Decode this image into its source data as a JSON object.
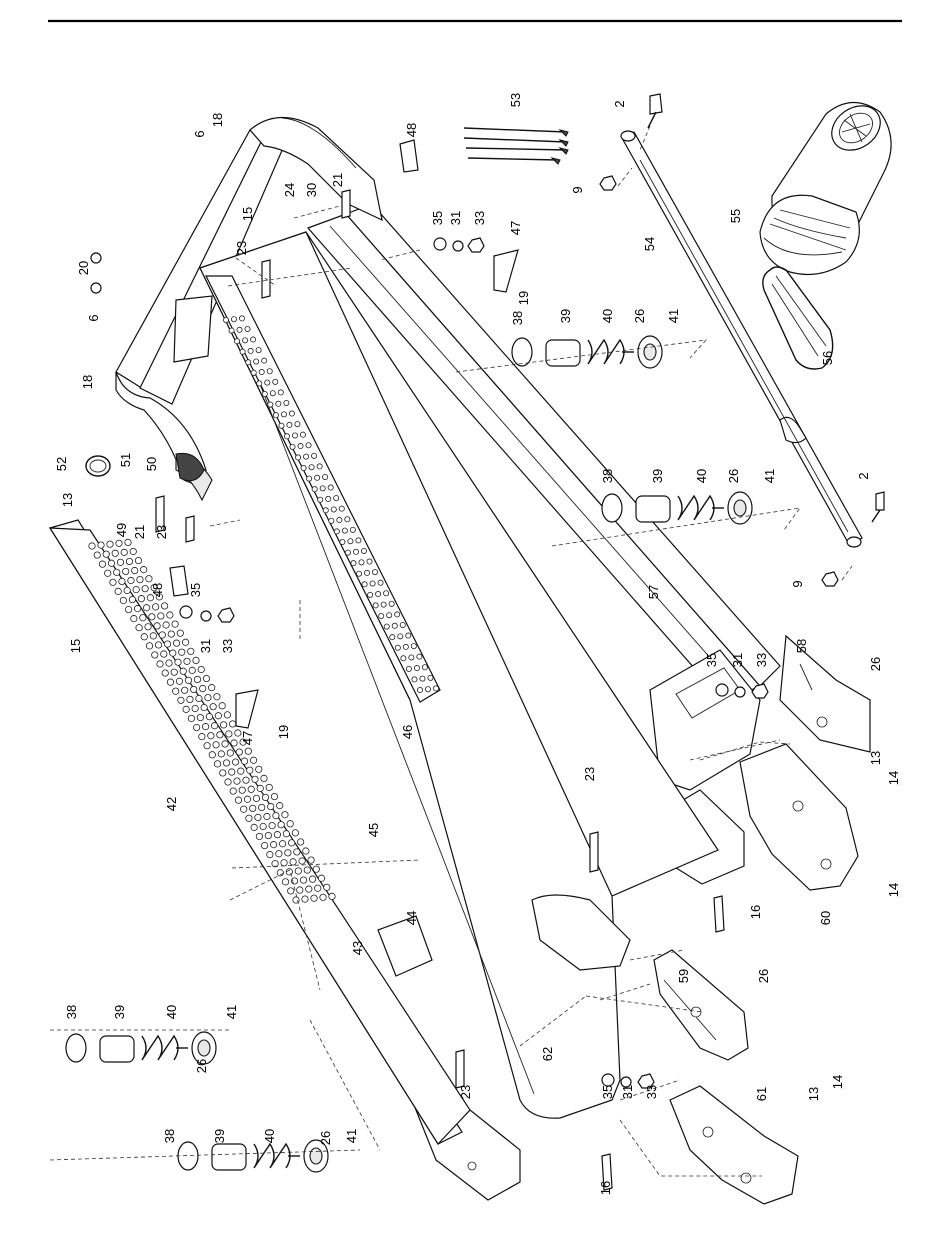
{
  "diagram": {
    "type": "exploded-parts-view",
    "labels": [
      {
        "id": "53",
        "text": "53"
      },
      {
        "id": "48a",
        "text": "48"
      },
      {
        "id": "2a",
        "text": "2"
      },
      {
        "id": "6a",
        "text": "6"
      },
      {
        "id": "18a",
        "text": "18"
      },
      {
        "id": "9a",
        "text": "9"
      },
      {
        "id": "21a",
        "text": "21"
      },
      {
        "id": "24",
        "text": "24"
      },
      {
        "id": "30",
        "text": "30"
      },
      {
        "id": "15a",
        "text": "15"
      },
      {
        "id": "35a",
        "text": "35"
      },
      {
        "id": "31a",
        "text": "31"
      },
      {
        "id": "33a",
        "text": "33"
      },
      {
        "id": "47a",
        "text": "47"
      },
      {
        "id": "55",
        "text": "55"
      },
      {
        "id": "54",
        "text": "54"
      },
      {
        "id": "20",
        "text": "20"
      },
      {
        "id": "23a",
        "text": "23"
      },
      {
        "id": "19a",
        "text": "19"
      },
      {
        "id": "6b",
        "text": "6"
      },
      {
        "id": "38a",
        "text": "38"
      },
      {
        "id": "39a",
        "text": "39"
      },
      {
        "id": "40a",
        "text": "40"
      },
      {
        "id": "26a",
        "text": "26"
      },
      {
        "id": "41a",
        "text": "41"
      },
      {
        "id": "18b",
        "text": "18"
      },
      {
        "id": "56",
        "text": "56"
      },
      {
        "id": "52",
        "text": "52"
      },
      {
        "id": "51",
        "text": "51"
      },
      {
        "id": "50",
        "text": "50"
      },
      {
        "id": "13a",
        "text": "13"
      },
      {
        "id": "49",
        "text": "49"
      },
      {
        "id": "21b",
        "text": "21"
      },
      {
        "id": "23b",
        "text": "23"
      },
      {
        "id": "38b",
        "text": "38"
      },
      {
        "id": "39b",
        "text": "39"
      },
      {
        "id": "40b",
        "text": "40"
      },
      {
        "id": "26b",
        "text": "26"
      },
      {
        "id": "41b",
        "text": "41"
      },
      {
        "id": "2b",
        "text": "2"
      },
      {
        "id": "48b",
        "text": "48"
      },
      {
        "id": "35b",
        "text": "35"
      },
      {
        "id": "9b",
        "text": "9"
      },
      {
        "id": "15b",
        "text": "15"
      },
      {
        "id": "31b",
        "text": "31"
      },
      {
        "id": "33b",
        "text": "33"
      },
      {
        "id": "57",
        "text": "57"
      },
      {
        "id": "35c",
        "text": "35"
      },
      {
        "id": "31c",
        "text": "31"
      },
      {
        "id": "33c",
        "text": "33"
      },
      {
        "id": "58",
        "text": "58"
      },
      {
        "id": "26c",
        "text": "26"
      },
      {
        "id": "47b",
        "text": "47"
      },
      {
        "id": "19b",
        "text": "19"
      },
      {
        "id": "46",
        "text": "46"
      },
      {
        "id": "42",
        "text": "42"
      },
      {
        "id": "23c",
        "text": "23"
      },
      {
        "id": "13b",
        "text": "13"
      },
      {
        "id": "14a",
        "text": "14"
      },
      {
        "id": "45",
        "text": "45"
      },
      {
        "id": "44",
        "text": "44"
      },
      {
        "id": "16a",
        "text": "16"
      },
      {
        "id": "14b",
        "text": "14"
      },
      {
        "id": "60",
        "text": "60"
      },
      {
        "id": "43",
        "text": "43"
      },
      {
        "id": "26d",
        "text": "26"
      },
      {
        "id": "38c",
        "text": "38"
      },
      {
        "id": "39c",
        "text": "39"
      },
      {
        "id": "40c",
        "text": "40"
      },
      {
        "id": "41c",
        "text": "41"
      },
      {
        "id": "26e",
        "text": "26"
      },
      {
        "id": "59",
        "text": "59"
      },
      {
        "id": "62",
        "text": "62"
      },
      {
        "id": "23d",
        "text": "23"
      },
      {
        "id": "35d",
        "text": "35"
      },
      {
        "id": "31d",
        "text": "31"
      },
      {
        "id": "33d",
        "text": "33"
      },
      {
        "id": "14c",
        "text": "14"
      },
      {
        "id": "61",
        "text": "61"
      },
      {
        "id": "13c",
        "text": "13"
      },
      {
        "id": "38d",
        "text": "38"
      },
      {
        "id": "39d",
        "text": "39"
      },
      {
        "id": "40d",
        "text": "40"
      },
      {
        "id": "26f",
        "text": "26"
      },
      {
        "id": "41d",
        "text": "41"
      },
      {
        "id": "16b",
        "text": "16"
      }
    ]
  }
}
